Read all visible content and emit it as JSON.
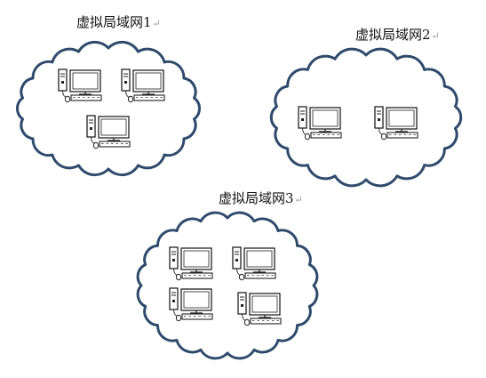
{
  "networks": [
    {
      "label": "虚拟局域网1",
      "mark": "↵",
      "computers": 3
    },
    {
      "label": "虚拟局域网2",
      "mark": "↵",
      "computers": 2
    },
    {
      "label": "虚拟局域网3",
      "mark": "↵",
      "computers": 4
    }
  ],
  "colors": {
    "cloud_outline": "#2f4a6b",
    "computer_line": "#222222",
    "background": "#ffffff"
  },
  "icon": "desktop-computer-icon"
}
